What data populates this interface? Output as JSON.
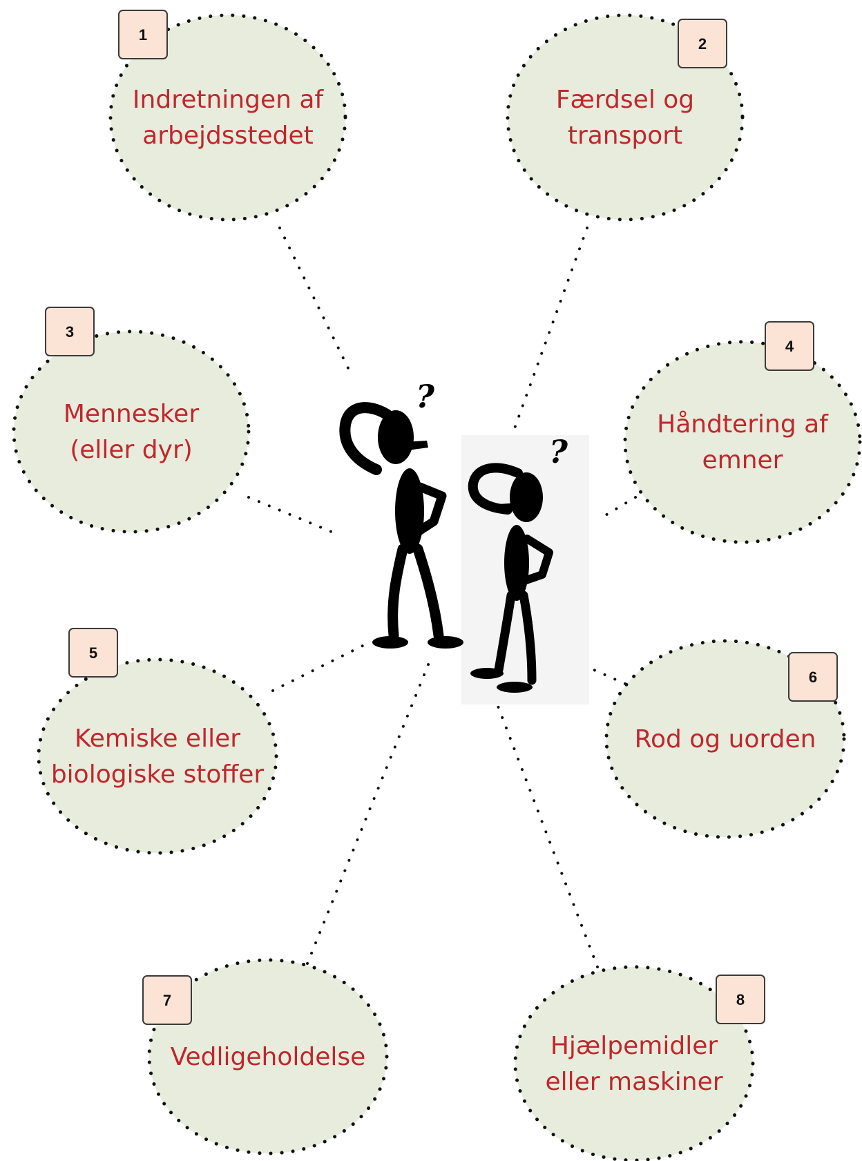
{
  "colors": {
    "bubble_fill": "#e7ecdc",
    "label_text": "#c0272d",
    "badge_fill": "#fbe3d6",
    "dots": "#111111",
    "figure": "#000000"
  },
  "center": {
    "icon": "two-puzzled-stick-figures",
    "figure_left_mark": "?",
    "figure_right_mark": "?"
  },
  "topics": [
    {
      "number": "1",
      "lines": [
        "Indretningen af",
        "arbejdsstedet"
      ]
    },
    {
      "number": "2",
      "lines": [
        "Færdsel og",
        "transport"
      ]
    },
    {
      "number": "3",
      "lines": [
        "Mennesker",
        "(eller dyr)"
      ]
    },
    {
      "number": "4",
      "lines": [
        "Håndtering af",
        "emner"
      ]
    },
    {
      "number": "5",
      "lines": [
        "Kemiske eller",
        "biologiske stoffer"
      ]
    },
    {
      "number": "6",
      "lines": [
        "Rod og uorden"
      ]
    },
    {
      "number": "7",
      "lines": [
        "Vedligeholdelse"
      ]
    },
    {
      "number": "8",
      "lines": [
        "Hjælpemidler",
        "eller maskiner"
      ]
    }
  ]
}
